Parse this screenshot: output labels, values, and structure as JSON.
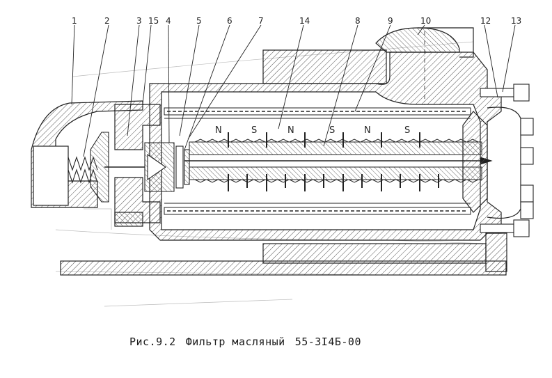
{
  "callouts": [
    "1",
    "2",
    "3",
    "15",
    "4",
    "5",
    "6",
    "7",
    "14",
    "8",
    "9",
    "10",
    "12",
    "13"
  ],
  "poles": [
    "N",
    "S",
    "N",
    "S",
    "N",
    "S"
  ],
  "caption": {
    "fig_ref": "Рис.9.2",
    "title": "Фильтр масляный",
    "part_no": "55-3I4Б-00"
  }
}
